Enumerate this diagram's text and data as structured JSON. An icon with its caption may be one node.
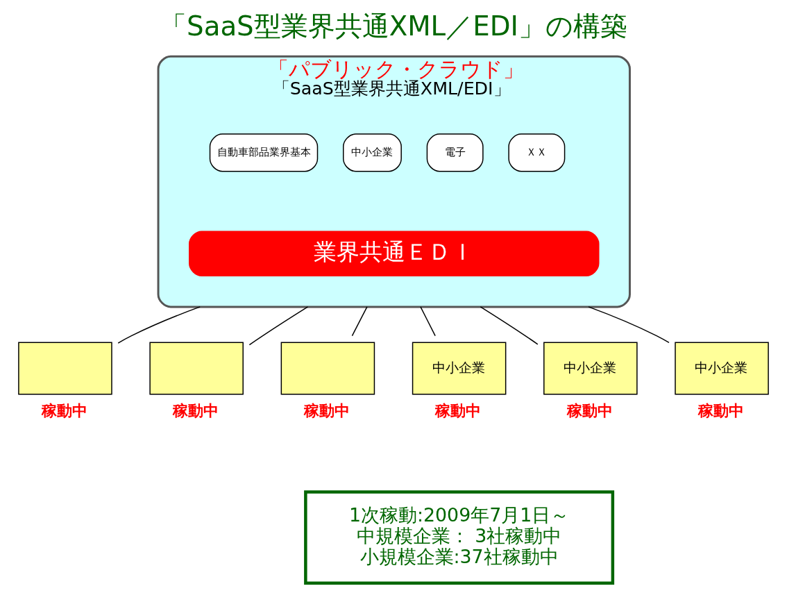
{
  "diagram": {
    "title": "「SaaS型業界共通XML／EDI」の構築",
    "nodes": [
      {
        "text": [
          "「パブリック・クラウド」",
          "「SaaS型業界共通XML/EDI」"
        ]
      },
      {
        "text": [
          "自動車部品業界基本"
        ],
        "in": 0
      },
      {
        "text": [
          "中小企業"
        ],
        "in": 0
      },
      {
        "text": [
          "電子"
        ],
        "in": 0
      },
      {
        "text": [
          "ＸＸ"
        ],
        "in": 0
      },
      {
        "text": [
          "業界共通ＥＤＩ"
        ],
        "in": 0
      },
      {
        "text": [],
        "shape": "box",
        "beside": [
          "稼動中"
        ]
      },
      {
        "text": [],
        "shape": "box",
        "beside": [
          "稼動中"
        ]
      },
      {
        "text": [],
        "shape": "box",
        "beside": [
          "稼動中"
        ]
      },
      {
        "text": [
          "中小企業"
        ],
        "beside": [
          "稼動中"
        ]
      },
      {
        "text": [
          "中小企業"
        ],
        "beside": [
          "稼動中"
        ]
      },
      {
        "text": [
          "中小企業"
        ],
        "beside": [
          "稼動中"
        ]
      },
      {
        "text": [
          "1次稼動:2009年7月1日～",
          "中規模企業： 3社稼動中",
          "小規模企業:37社稼動中"
        ]
      }
    ],
    "edges": [
      {
        "from": 0,
        "to": 6,
        "arrow": "none"
      },
      {
        "from": 0,
        "to": 7,
        "arrow": "none"
      },
      {
        "from": 0,
        "to": 8,
        "arrow": "none"
      },
      {
        "from": 0,
        "to": 9,
        "arrow": "none"
      },
      {
        "from": 0,
        "to": 10,
        "arrow": "none"
      },
      {
        "from": 0,
        "to": 11,
        "arrow": "none"
      }
    ]
  }
}
